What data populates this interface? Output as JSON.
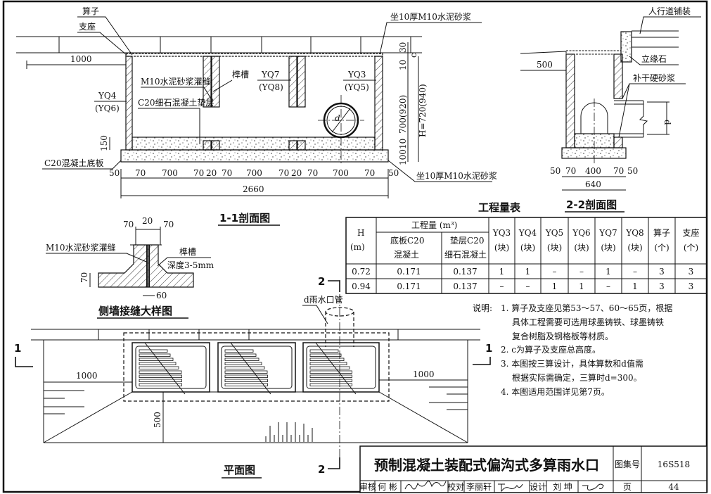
{
  "section_1_1": {
    "title": "1-1剖面图",
    "labels": {
      "grate": "算子",
      "support": "支座",
      "mortar_top": "坐10厚M10水泥砂浆",
      "mortar_bottom": "坐10厚M10水泥砂浆",
      "grout_joint": "M10水泥砂浆灌缝",
      "tenon_groove": "榫槽",
      "cushion": "C20细石混凝土垫层",
      "base_slab": "C20混凝土底板",
      "yq4": "YQ4",
      "yq6": "(YQ6)",
      "yq7": "YQ7",
      "yq8": "(YQ8)",
      "yq3": "YQ3",
      "yq5": "(YQ5)",
      "pipe_d": "d"
    },
    "dims": {
      "left_1000": "1000",
      "h150": "150",
      "bottom": [
        "50",
        "70",
        "700",
        "70",
        "20",
        "70",
        "700",
        "70",
        "20",
        "70",
        "700",
        "70",
        "50"
      ],
      "total": "2660",
      "v30": "30",
      "vc": "c",
      "v10a": "10",
      "v700": "700(920)",
      "v10b": "10",
      "v100": "100",
      "H": "H=720(940)"
    }
  },
  "section_2_2": {
    "title": "2-2剖面图",
    "labels": {
      "paving": "人行道铺装",
      "curb": "立缘石",
      "mortar": "补干硬砂浆",
      "d": "d"
    },
    "dims": {
      "offset": "500",
      "bottom": [
        "50",
        "70",
        "400",
        "70",
        "50"
      ],
      "total": "640"
    }
  },
  "joint_detail": {
    "title": "侧墙接缝大样图",
    "labels": {
      "grout": "M10水泥砂浆灌缝",
      "groove": "榫槽",
      "depth": "深度3-5mm"
    },
    "dims": {
      "top": [
        "70",
        "20",
        "70"
      ],
      "h70": "70",
      "w60": "60"
    }
  },
  "plan": {
    "title": "平面图",
    "pipe_label": "d雨水口管",
    "dims": {
      "left": "1000",
      "right": "1000",
      "depth": "500"
    },
    "section_marks": {
      "s1_left": "1",
      "s1_right": "1",
      "s2_top": "2",
      "s2_bottom": "2"
    }
  },
  "quantity_table": {
    "title": "工程量表",
    "headers": {
      "h": "H",
      "h_unit": "(m)",
      "qty": "工程量 (m³)",
      "slab_1": "底板C20",
      "slab_2": "混凝土",
      "cushion_1": "垫层C20",
      "cushion_2": "细石混凝土",
      "cols": [
        {
          "name": "YQ3",
          "unit": "(块)"
        },
        {
          "name": "YQ4",
          "unit": "(块)"
        },
        {
          "name": "YQ5",
          "unit": "(块)"
        },
        {
          "name": "YQ6",
          "unit": "(块)"
        },
        {
          "name": "YQ7",
          "unit": "(块)"
        },
        {
          "name": "YQ8",
          "unit": "(块)"
        },
        {
          "name": "算子",
          "unit": "(个)"
        },
        {
          "name": "支座",
          "unit": "(个)"
        }
      ]
    },
    "rows": [
      [
        "0.72",
        "0.171",
        "0.137",
        "1",
        "1",
        "–",
        "–",
        "1",
        "–",
        "3",
        "3"
      ],
      [
        "0.94",
        "0.171",
        "0.137",
        "–",
        "–",
        "1",
        "1",
        "–",
        "1",
        "3",
        "3"
      ]
    ]
  },
  "notes": {
    "label": "说明:",
    "lines": [
      "1. 算子及支座见第53～57、60～65页，根据",
      "具体工程需要可选用球墨铸铁、球墨铸铁",
      "复合树脂及钢格板等材质。",
      "2. c为算子及支座总高度。",
      "3. 本图按三算设计，具体算数和d值需",
      "根据实际需确定，三算时d=300。",
      "4. 本图适用范围详见第7页。"
    ]
  },
  "title_block": {
    "title": "预制混凝土装配式偏沟式多算雨水口",
    "atlas_label": "图集号",
    "atlas_no": "16S518",
    "review_label": "审核",
    "reviewer": "何 彬",
    "check_label": "校对",
    "checker": "李丽轩",
    "design_label": "设计",
    "designer": "刘 坤",
    "page_label": "页",
    "page_no": "44"
  }
}
